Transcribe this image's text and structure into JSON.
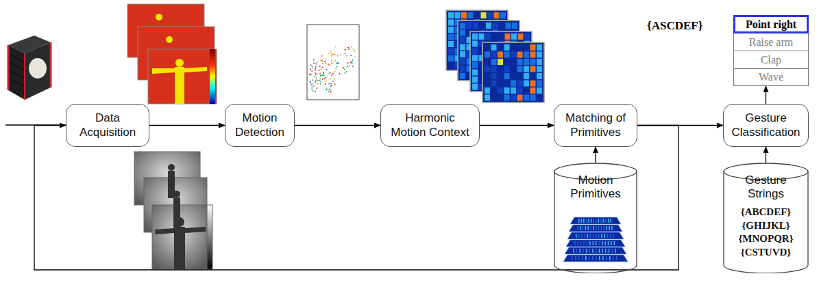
{
  "diagram": {
    "nodes": [
      {
        "text": [
          "Data Acquisition"
        ]
      },
      {
        "text": [
          "Motion Detection"
        ]
      },
      {
        "text": [
          "Harmonic Motion Context"
        ]
      },
      {
        "text": [
          "Matching of Primitives"
        ]
      },
      {
        "text": [
          "Gesture Classification"
        ]
      },
      {
        "text": [
          "Motion Primitives"
        ]
      },
      {
        "text": [
          "Gesture Strings",
          "{ABCDEF}",
          "{GHIJKL}",
          "{MNOPQR}",
          "{CSTUVD}"
        ]
      },
      {
        "text": [
          "Point right"
        ]
      },
      {
        "text": [
          "Raise arm"
        ]
      },
      {
        "text": [
          "Clap"
        ]
      },
      {
        "text": [
          "Wave"
        ]
      }
    ],
    "edges": [
      {
        "from": 0,
        "to": 1,
        "arrow": "to"
      },
      {
        "from": 1,
        "to": 2,
        "arrow": "to"
      },
      {
        "from": 2,
        "to": 3,
        "arrow": "to"
      },
      {
        "from": 3,
        "to": 4,
        "arrow": "to"
      },
      {
        "from": 5,
        "to": 3,
        "arrow": "to"
      },
      {
        "from": 6,
        "to": 4,
        "arrow": "to"
      },
      {
        "from": 4,
        "to": 10,
        "arrow": "to"
      },
      {
        "from": 3,
        "to": 0,
        "arrow": "to"
      }
    ],
    "labels": [
      "{ASCDEF}"
    ]
  }
}
